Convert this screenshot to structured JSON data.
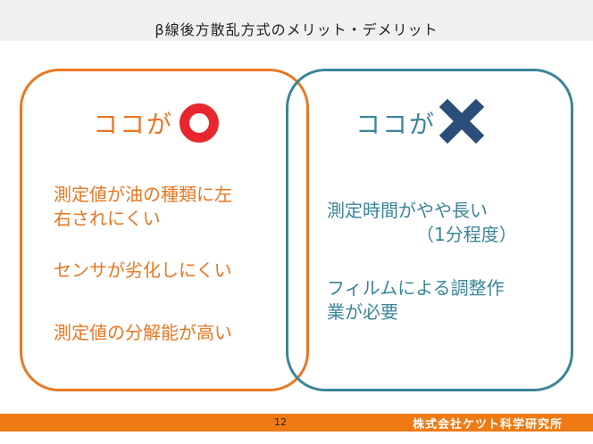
{
  "title": "β線後方散乱方式のメリット・デメリット",
  "merit": {
    "heading": "ココが",
    "icon": "circle-icon",
    "items": [
      {
        "line1": "測定値が油の種類に左",
        "line2": "右されにくい"
      },
      {
        "line1": "センサが劣化しにくい"
      },
      {
        "line1": "測定値の分解能が高い"
      }
    ]
  },
  "demerit": {
    "heading": "ココが",
    "icon": "cross-icon",
    "items": [
      {
        "line1": "測定時間がやや長い",
        "line2": "（1分程度）"
      },
      {
        "line1": "フィルムによる調整作",
        "line2": "業が必要"
      }
    ]
  },
  "footer": {
    "page_number": "12",
    "company": "株式会社ケツト科学研究所"
  },
  "colors": {
    "merit": "#e87722",
    "demerit": "#3b8597",
    "circle": "#e8262e",
    "cross": "#2b4f7a",
    "footer": "#ef7a13"
  }
}
